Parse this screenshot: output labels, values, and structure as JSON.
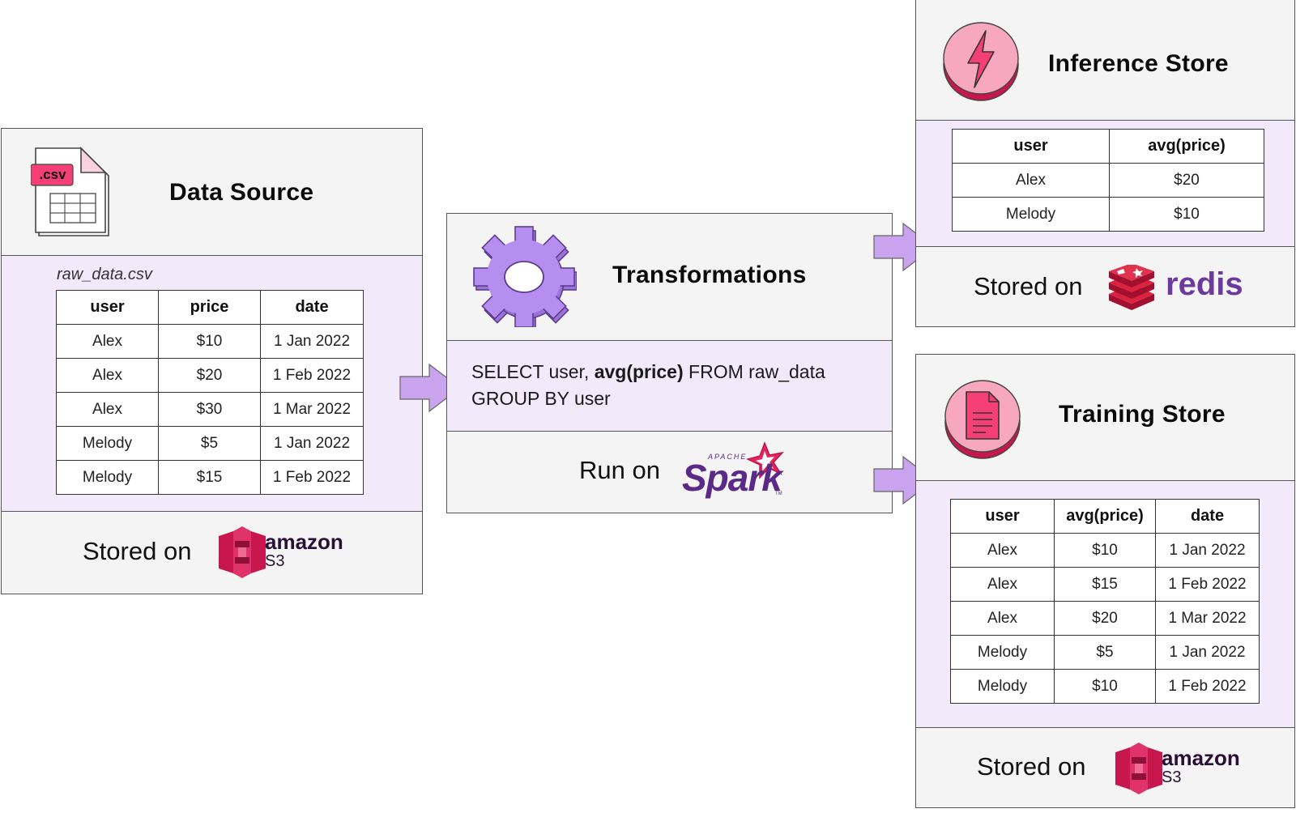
{
  "data_source": {
    "title": "Data Source",
    "file_badge": ".csv",
    "filename": "raw_data.csv",
    "columns": [
      "user",
      "price",
      "date"
    ],
    "rows": [
      [
        "Alex",
        "$10",
        "1 Jan 2022"
      ],
      [
        "Alex",
        "$20",
        "1 Feb 2022"
      ],
      [
        "Alex",
        "$30",
        "1 Mar 2022"
      ],
      [
        "Melody",
        "$5",
        "1 Jan 2022"
      ],
      [
        "Melody",
        "$15",
        "1 Feb 2022"
      ]
    ],
    "stored_label": "Stored on",
    "storage_logo": {
      "word": "amazon",
      "sub": "S3"
    }
  },
  "transformations": {
    "title": "Transformations",
    "sql_line1_pre": "SELECT user, ",
    "sql_line1_bold": "avg(price)",
    "sql_line1_post": " FROM raw_data",
    "sql_line2": "GROUP BY user",
    "run_label": "Run on",
    "engine_logo": {
      "small": "APACHE",
      "word": "Spark",
      "tm": "TM"
    }
  },
  "inference_store": {
    "title": "Inference Store",
    "columns": [
      "user",
      "avg(price)"
    ],
    "rows": [
      [
        "Alex",
        "$20"
      ],
      [
        "Melody",
        "$10"
      ]
    ],
    "stored_label": "Stored on",
    "storage_logo": {
      "word": "redis"
    }
  },
  "training_store": {
    "title": "Training Store",
    "columns": [
      "user",
      "avg(price)",
      "date"
    ],
    "rows": [
      [
        "Alex",
        "$10",
        "1 Jan 2022"
      ],
      [
        "Alex",
        "$15",
        "1 Feb 2022"
      ],
      [
        "Alex",
        "$20",
        "1 Mar 2022"
      ],
      [
        "Melody",
        "$5",
        "1 Jan 2022"
      ],
      [
        "Melody",
        "$10",
        "1 Feb 2022"
      ]
    ],
    "stored_label": "Stored on",
    "storage_logo": {
      "word": "amazon",
      "sub": "S3"
    }
  },
  "colors": {
    "lavender": "#f2eafb",
    "panel_gray": "#f4f4f5",
    "arrow_purple": "#c9a3ee",
    "gear_purple": "#b58ef0",
    "pink": "#f7709a",
    "crimson": "#c8174f",
    "spark_purple": "#5b2a86",
    "redis_purple": "#6b3a9c"
  }
}
